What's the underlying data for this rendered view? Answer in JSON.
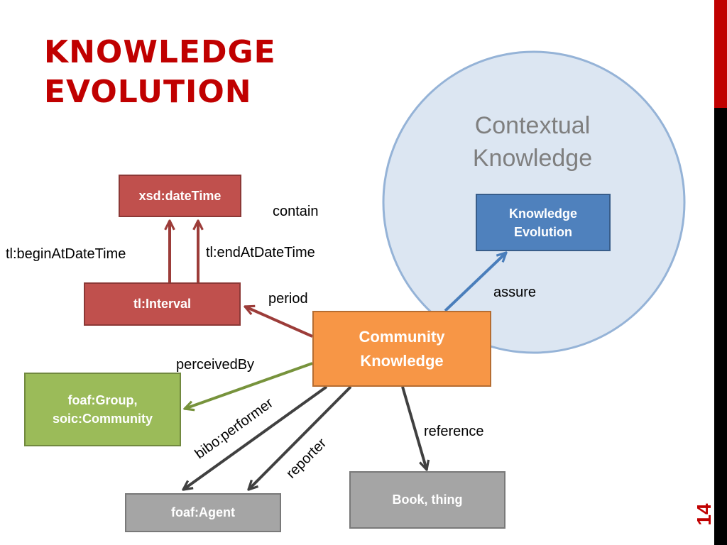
{
  "slide": {
    "title_line1": "KNOWLEDGE",
    "title_line2": "EVOLUTION",
    "page_number": "14"
  },
  "circle": {
    "label_line1": "Contextual",
    "label_line2": "Knowledge"
  },
  "nodes": {
    "datetime": "xsd:dateTime",
    "interval": "tl:Interval",
    "knowledge_evolution_line1": "Knowledge",
    "knowledge_evolution_line2": "Evolution",
    "community_line1": "Community",
    "community_line2": "Knowledge",
    "group_line1": "foaf:Group,",
    "group_line2": "soic:Community",
    "agent": "foaf:Agent",
    "book": "Book, thing"
  },
  "edges": {
    "contain": "contain",
    "begin": "tl:beginAtDateTime",
    "end": "tl:endAtDateTime",
    "period": "period",
    "assure": "assure",
    "perceived_by": "perceivedBy",
    "performer": "bibo:performer",
    "reporter": "reporter",
    "reference": "reference"
  },
  "colors": {
    "title": "#c00000",
    "red_node": "#c0504d",
    "blue_node": "#4f81bd",
    "orange_node": "#f79646",
    "green_node": "#9bbb59",
    "gray_node": "#a5a5a5",
    "circle_fill": "#dce6f2",
    "circle_stroke": "#95b3d7"
  }
}
